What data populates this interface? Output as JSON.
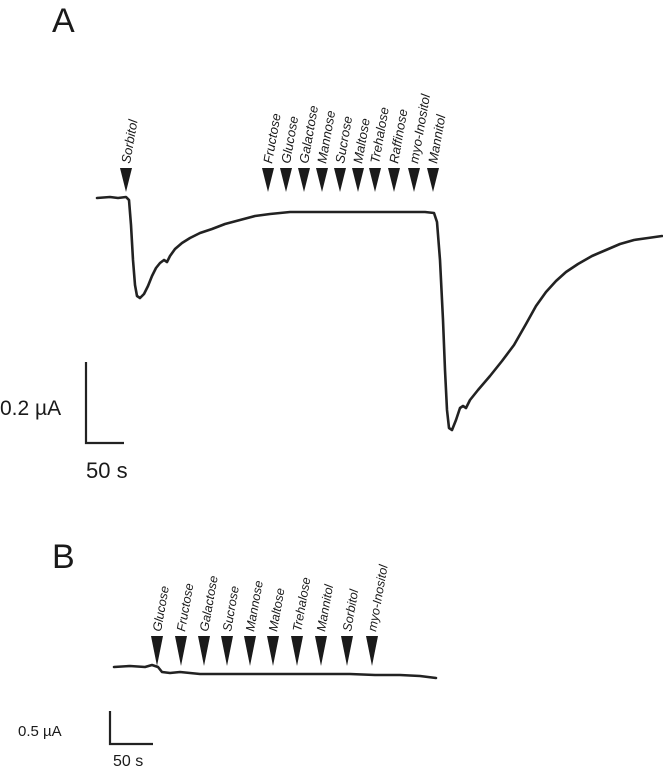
{
  "panels": {
    "A": {
      "letter": "A",
      "markers": [
        "Sorbitol",
        "Fructose",
        "Glucose",
        "Galactose",
        "Mannose",
        "Sucrose",
        "Maltose",
        "Trehalose",
        "Raffinose",
        "myo-Inositol",
        "Mannitol"
      ],
      "scale_current": "0.2 µA",
      "scale_time": "50 s"
    },
    "B": {
      "letter": "B",
      "markers": [
        "Glucose",
        "Fructose",
        "Galactose",
        "Sucrose",
        "Mannose",
        "Maltose",
        "Trehalose",
        "Mannitol",
        "Sorbitol",
        "myo-Inositol"
      ],
      "scale_current": "0.5 µA",
      "scale_time": "50 s"
    }
  }
}
